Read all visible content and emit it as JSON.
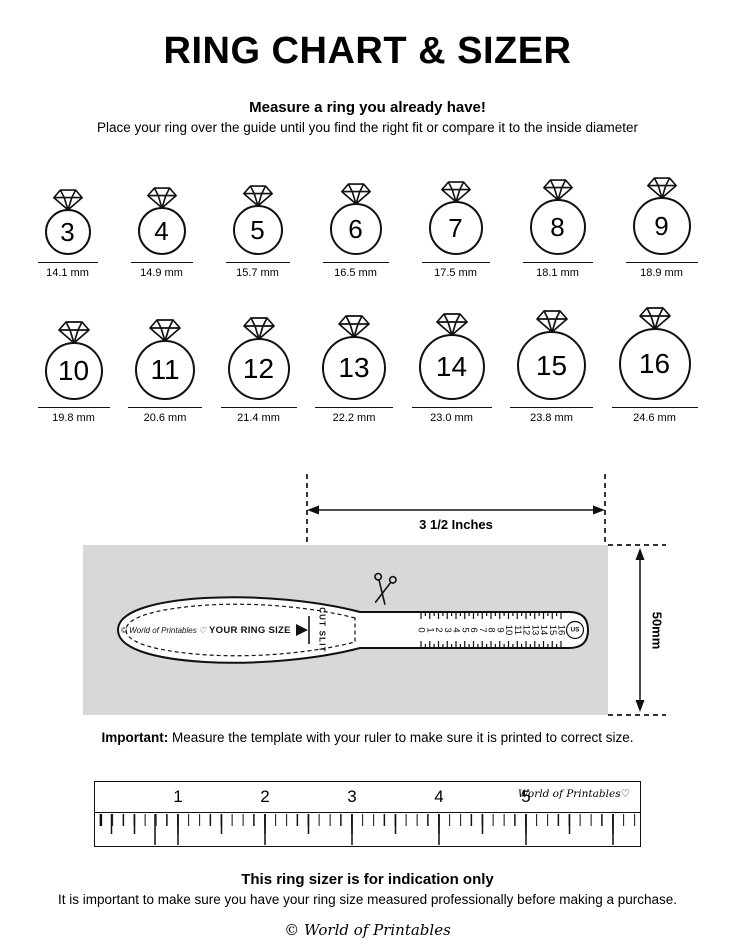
{
  "header": {
    "title": "RING CHART & SIZER",
    "subtitle_bold": "Measure a ring you already have!",
    "subtitle": "Place your ring over the guide until you find the right fit or compare it to the inside diameter"
  },
  "ring_chart": {
    "rows": [
      {
        "rings": [
          {
            "size": "3",
            "diameter": "14.1 mm"
          },
          {
            "size": "4",
            "diameter": "14.9 mm"
          },
          {
            "size": "5",
            "diameter": "15.7 mm"
          },
          {
            "size": "6",
            "diameter": "16.5 mm"
          },
          {
            "size": "7",
            "diameter": "17.5 mm"
          },
          {
            "size": "8",
            "diameter": "18.1 mm"
          },
          {
            "size": "9",
            "diameter": "18.9 mm"
          }
        ]
      },
      {
        "rings": [
          {
            "size": "10",
            "diameter": "19.8 mm"
          },
          {
            "size": "11",
            "diameter": "20.6 mm"
          },
          {
            "size": "12",
            "diameter": "21.4 mm"
          },
          {
            "size": "13",
            "diameter": "22.2 mm"
          },
          {
            "size": "14",
            "diameter": "23.0 mm"
          },
          {
            "size": "15",
            "diameter": "23.8 mm"
          },
          {
            "size": "16",
            "diameter": "24.6 mm"
          }
        ]
      }
    ]
  },
  "sizer": {
    "width_label": "3 1/2 Inches",
    "height_label": "50mm",
    "brand": "© World of Printables ♡",
    "ring_size_label": "YOUR RING SIZE",
    "cut_slit_label": "CUT SLIT",
    "us_label": "US",
    "scale": [
      "0",
      "1",
      "2",
      "3",
      "4",
      "5",
      "6",
      "7",
      "8",
      "9",
      "10",
      "11",
      "12",
      "13",
      "14",
      "15",
      "16"
    ]
  },
  "important": {
    "label": "Important:",
    "text": "Measure the template with your ruler to make sure it is printed to correct size."
  },
  "ruler": {
    "numbers": [
      "1",
      "2",
      "3",
      "4",
      "5"
    ],
    "brand": "World of Printables♡"
  },
  "footer": {
    "line1": "This ring sizer is for indication only",
    "line2": "It is important to make sure you have your ring size measured professionally before making a purchase.",
    "brand": "© World of Printables"
  }
}
